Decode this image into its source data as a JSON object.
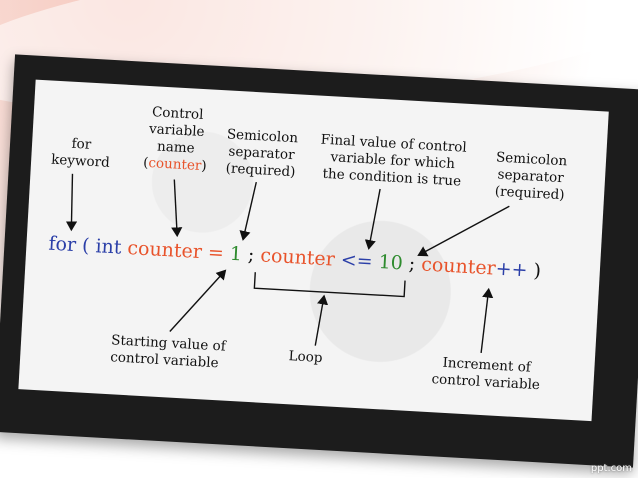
{
  "labels": {
    "for_keyword": [
      "for",
      "keyword"
    ],
    "control_variable": {
      "line1": "Control",
      "line2": "variable",
      "line3": "name",
      "open": "(",
      "var": "counter",
      "close": ")"
    },
    "semicolon_1": [
      "Semicolon",
      "separator",
      "(required)"
    ],
    "final_value": [
      "Final value of control",
      "variable for which",
      "the condition is true"
    ],
    "semicolon_2": [
      "Semicolon",
      "separator",
      "(required)"
    ],
    "starting_value": [
      "Starting value of",
      "control variable"
    ],
    "loop": "Loop",
    "increment": [
      "Increment of",
      "control variable"
    ]
  },
  "code": {
    "for": "for",
    "paren_open": "(",
    "int": "int",
    "var1": "counter",
    "assign": "=",
    "init": "1",
    "semi1": ";",
    "var2": "counter",
    "op": "<=",
    "limit": "10",
    "semi2": ";",
    "var3": "counter",
    "incr": "++",
    "paren_close": ")"
  },
  "footer": "ppt.com",
  "colors": {
    "keyword": "#2b3fa8",
    "identifier": "#e8532b",
    "number": "#2e8b2e"
  }
}
